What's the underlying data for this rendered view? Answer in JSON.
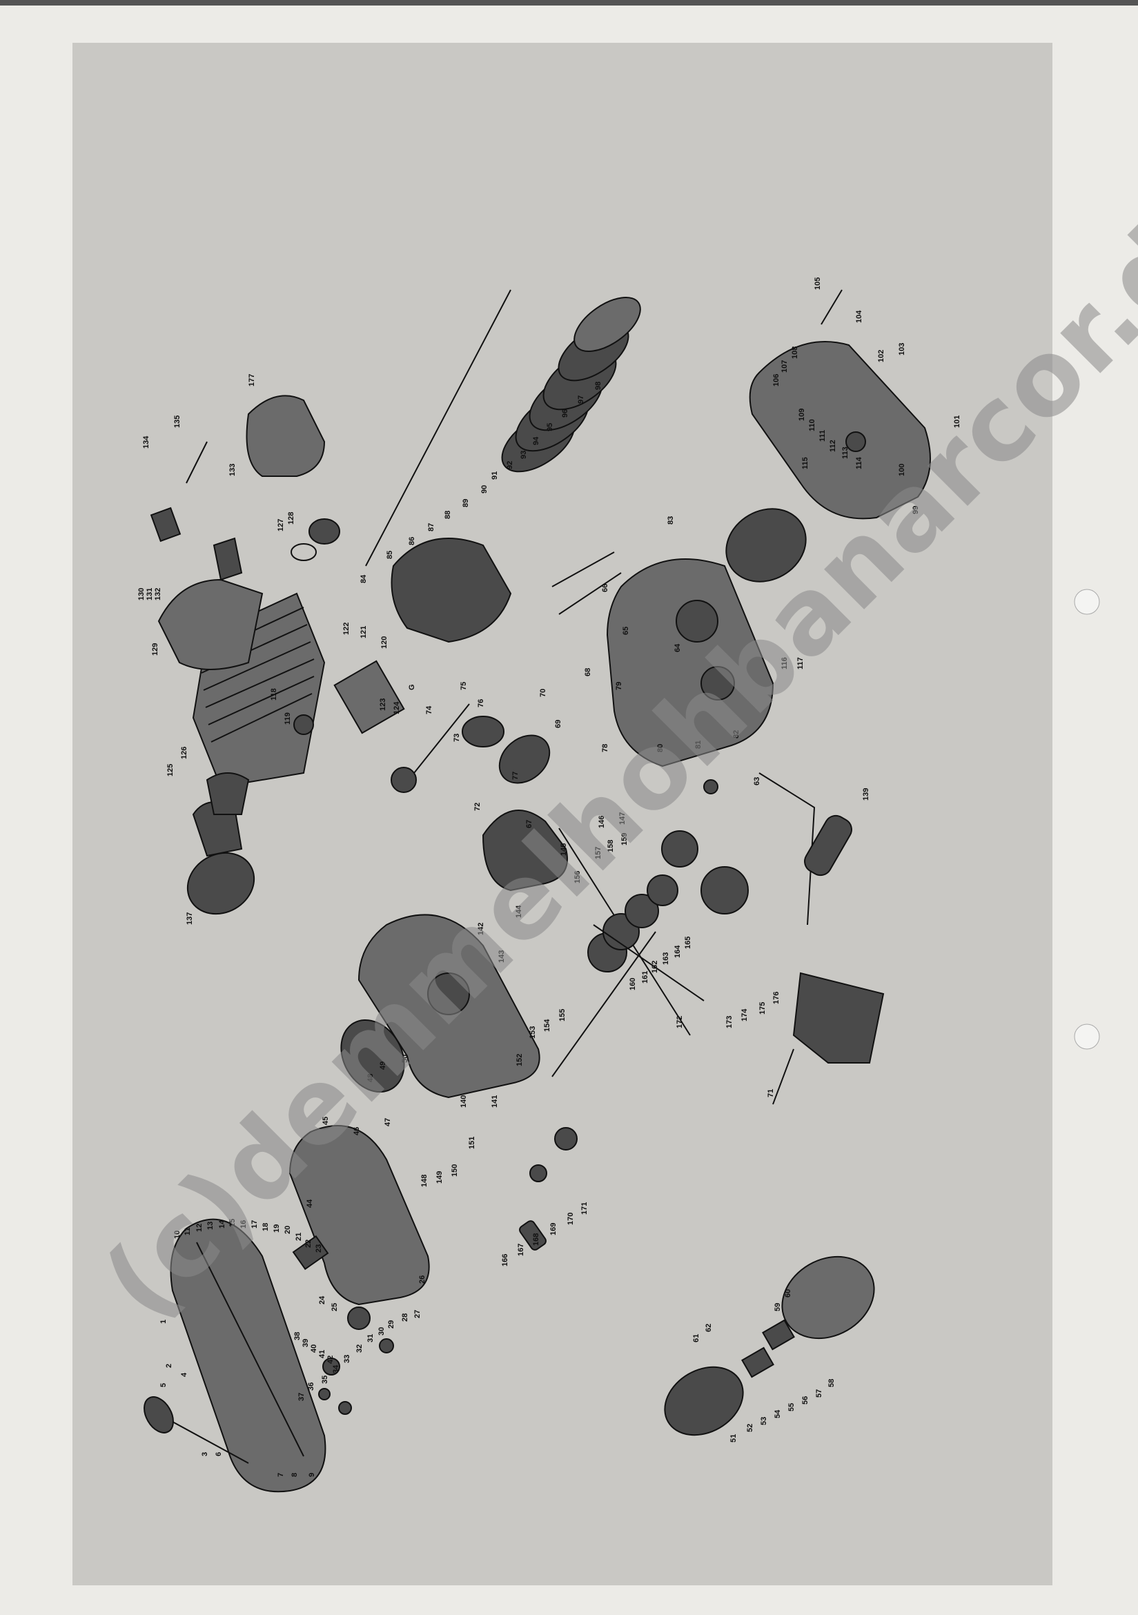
{
  "watermark": "(c)demmelhohbanarcor.de",
  "labels": [
    {
      "t": "1"
    },
    {
      "t": "2"
    },
    {
      "t": "3"
    },
    {
      "t": "4"
    },
    {
      "t": "5"
    },
    {
      "t": "6"
    },
    {
      "t": "7"
    },
    {
      "t": "8"
    },
    {
      "t": "9"
    },
    {
      "t": "10"
    },
    {
      "t": "11"
    },
    {
      "t": "12"
    },
    {
      "t": "13"
    },
    {
      "t": "14"
    },
    {
      "t": "15"
    },
    {
      "t": "16"
    },
    {
      "t": "17"
    },
    {
      "t": "18"
    },
    {
      "t": "19"
    },
    {
      "t": "20"
    },
    {
      "t": "21"
    },
    {
      "t": "22"
    },
    {
      "t": "23"
    },
    {
      "t": "24"
    },
    {
      "t": "25"
    },
    {
      "t": "26"
    },
    {
      "t": "27"
    },
    {
      "t": "28"
    },
    {
      "t": "29"
    },
    {
      "t": "30"
    },
    {
      "t": "31"
    },
    {
      "t": "32"
    },
    {
      "t": "33"
    },
    {
      "t": "34"
    },
    {
      "t": "35"
    },
    {
      "t": "36"
    },
    {
      "t": "37"
    },
    {
      "t": "38"
    },
    {
      "t": "39"
    },
    {
      "t": "40"
    },
    {
      "t": "41"
    },
    {
      "t": "42"
    },
    {
      "t": "44"
    },
    {
      "t": "45"
    },
    {
      "t": "46"
    },
    {
      "t": "47"
    },
    {
      "t": "48"
    },
    {
      "t": "49"
    },
    {
      "t": "50"
    },
    {
      "t": "51"
    },
    {
      "t": "52"
    },
    {
      "t": "53"
    },
    {
      "t": "54"
    },
    {
      "t": "55"
    },
    {
      "t": "56"
    },
    {
      "t": "57"
    },
    {
      "t": "58"
    },
    {
      "t": "59"
    },
    {
      "t": "60"
    },
    {
      "t": "61"
    },
    {
      "t": "62"
    },
    {
      "t": "63"
    },
    {
      "t": "64"
    },
    {
      "t": "65"
    },
    {
      "t": "66"
    },
    {
      "t": "67"
    },
    {
      "t": "68"
    },
    {
      "t": "69"
    },
    {
      "t": "70"
    },
    {
      "t": "71"
    },
    {
      "t": "72"
    },
    {
      "t": "73"
    },
    {
      "t": "74"
    },
    {
      "t": "75"
    },
    {
      "t": "76"
    },
    {
      "t": "77"
    },
    {
      "t": "78"
    },
    {
      "t": "79"
    },
    {
      "t": "80"
    },
    {
      "t": "81"
    },
    {
      "t": "82"
    },
    {
      "t": "83"
    },
    {
      "t": "84"
    },
    {
      "t": "85"
    },
    {
      "t": "86"
    },
    {
      "t": "87"
    },
    {
      "t": "88"
    },
    {
      "t": "89"
    },
    {
      "t": "90"
    },
    {
      "t": "91"
    },
    {
      "t": "92"
    },
    {
      "t": "93"
    },
    {
      "t": "94"
    },
    {
      "t": "95"
    },
    {
      "t": "96"
    },
    {
      "t": "97"
    },
    {
      "t": "98"
    },
    {
      "t": "99"
    },
    {
      "t": "100"
    },
    {
      "t": "101"
    },
    {
      "t": "102"
    },
    {
      "t": "103"
    },
    {
      "t": "104"
    },
    {
      "t": "105"
    },
    {
      "t": "106"
    },
    {
      "t": "107"
    },
    {
      "t": "108"
    },
    {
      "t": "109"
    },
    {
      "t": "110"
    },
    {
      "t": "111"
    },
    {
      "t": "112"
    },
    {
      "t": "113"
    },
    {
      "t": "114"
    },
    {
      "t": "115"
    },
    {
      "t": "116"
    },
    {
      "t": "117"
    },
    {
      "t": "118"
    },
    {
      "t": "119"
    },
    {
      "t": "120"
    },
    {
      "t": "121"
    },
    {
      "t": "122"
    },
    {
      "t": "123"
    },
    {
      "t": "124"
    },
    {
      "t": "125"
    },
    {
      "t": "126"
    },
    {
      "t": "127"
    },
    {
      "t": "128"
    },
    {
      "t": "129"
    },
    {
      "t": "130"
    },
    {
      "t": "131"
    },
    {
      "t": "132"
    },
    {
      "t": "133"
    },
    {
      "t": "134"
    },
    {
      "t": "135"
    },
    {
      "t": "137"
    },
    {
      "t": "139"
    },
    {
      "t": "140"
    },
    {
      "t": "141"
    },
    {
      "t": "142"
    },
    {
      "t": "143"
    },
    {
      "t": "144"
    },
    {
      "t": "145"
    },
    {
      "t": "146"
    },
    {
      "t": "147"
    },
    {
      "t": "148"
    },
    {
      "t": "149"
    },
    {
      "t": "150"
    },
    {
      "t": "151"
    },
    {
      "t": "152"
    },
    {
      "t": "153"
    },
    {
      "t": "154"
    },
    {
      "t": "155"
    },
    {
      "t": "156"
    },
    {
      "t": "157"
    },
    {
      "t": "158"
    },
    {
      "t": "159"
    },
    {
      "t": "160"
    },
    {
      "t": "161"
    },
    {
      "t": "162"
    },
    {
      "t": "163"
    },
    {
      "t": "164"
    },
    {
      "t": "165"
    },
    {
      "t": "166"
    },
    {
      "t": "167"
    },
    {
      "t": "168"
    },
    {
      "t": "169"
    },
    {
      "t": "170"
    },
    {
      "t": "171"
    },
    {
      "t": "172"
    },
    {
      "t": "173"
    },
    {
      "t": "174"
    },
    {
      "t": "175"
    },
    {
      "t": "176"
    },
    {
      "t": "177"
    },
    {
      "t": "G"
    }
  ]
}
